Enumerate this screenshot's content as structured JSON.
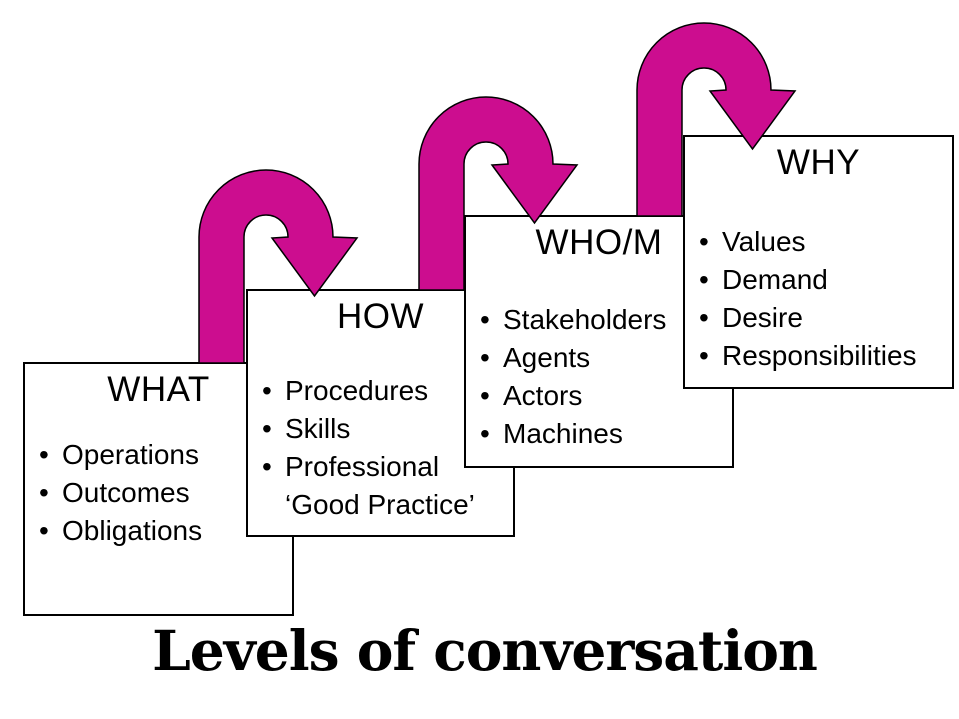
{
  "slide": {
    "caption": "Levels of conversation",
    "bullet_char": "•",
    "arrow_color": "#CC0D8F",
    "boxes": [
      {
        "title": "WHAT",
        "items": [
          "Operations",
          "Outcomes",
          "Obligations"
        ]
      },
      {
        "title": "HOW",
        "items": [
          "Procedures",
          "Skills",
          "Professional ‘Good Practice’"
        ]
      },
      {
        "title": "WHO/M",
        "items": [
          "Stakeholders",
          "Agents",
          "Actors",
          "Machines"
        ]
      },
      {
        "title": "WHY",
        "items": [
          "Values",
          "Demand",
          "Desire",
          "Responsibilities"
        ]
      }
    ]
  }
}
